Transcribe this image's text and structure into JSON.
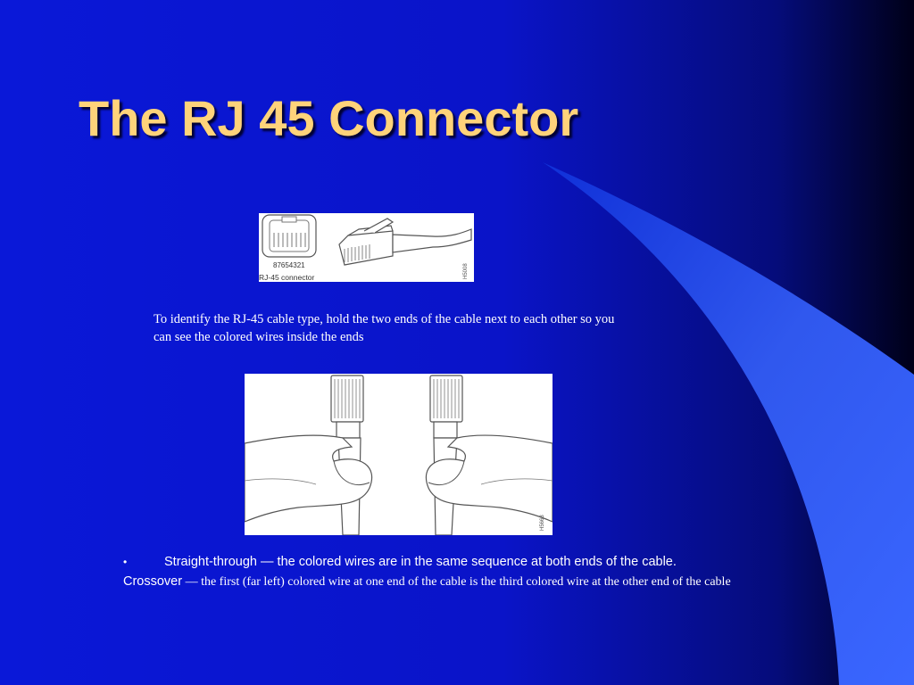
{
  "slide": {
    "title": "The RJ 45 Connector",
    "colors": {
      "background": "#0a18d8",
      "title": "#ffd37a",
      "swoosh": "#3a60f0",
      "text": "#ffffff"
    }
  },
  "figure1": {
    "pin_numbers": "87654321",
    "caption": "RJ-45 connector",
    "code": "H5008"
  },
  "description": "To identify the RJ-45 cable type, hold the two ends of the cable next to each other so you can see the colored wires inside the ends",
  "figure2": {
    "code": "H5663"
  },
  "bullets": {
    "marker": "•",
    "straight_through": "Straight-through — the colored wires are in the same sequence at both ends of the cable.",
    "crossover_term": "Crossover",
    "crossover_text": " — the first (far left) colored wire at one end of the cable is the third colored wire at the other end of the cable"
  }
}
